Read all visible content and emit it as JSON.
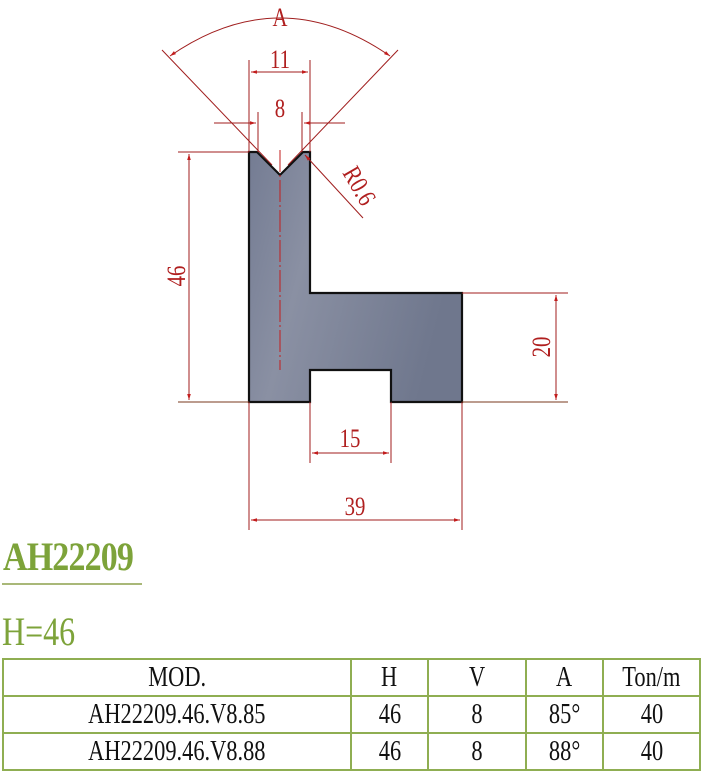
{
  "drawing": {
    "dimensions": {
      "angle_label": "A",
      "top_width": "11",
      "v_opening": "8",
      "radius": "R0.6",
      "height": "46",
      "flange_height": "20",
      "slot_width": "15",
      "total_width": "39"
    },
    "colors": {
      "dimension_line": "#a01e1e",
      "profile_fill": "#7c8499",
      "profile_outline": "#111111"
    }
  },
  "product": {
    "code": "AH22209",
    "height_label": "H=46",
    "accent_color": "#7da33a"
  },
  "spec_table": {
    "headers": [
      "MOD.",
      "H",
      "V",
      "A",
      "Ton/m"
    ],
    "rows": [
      [
        "AH22209.46.V8.85",
        "46",
        "8",
        "85°",
        "40"
      ],
      [
        "AH22209.46.V8.88",
        "46",
        "8",
        "88°",
        "40"
      ]
    ],
    "border_color": "#8fae52"
  }
}
